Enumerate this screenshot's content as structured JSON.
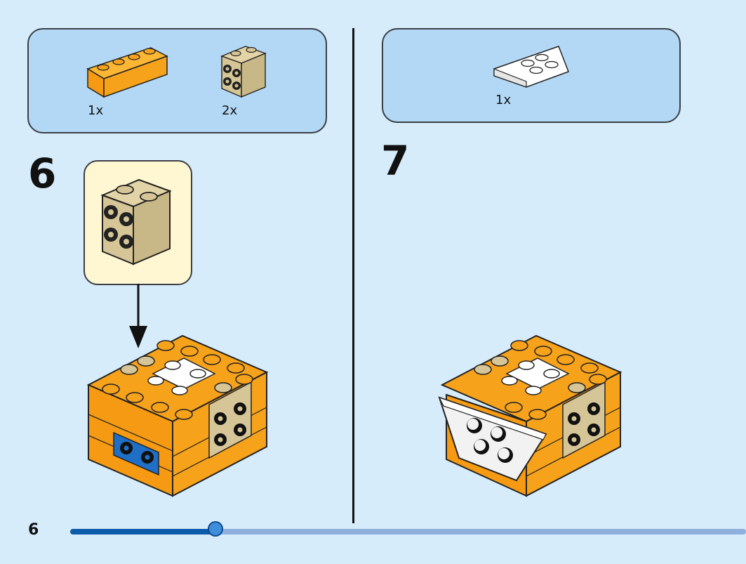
{
  "page": {
    "number": "6"
  },
  "progress": {
    "fraction": 0.215
  },
  "colors": {
    "background": "#d7ecfb",
    "parts_box": "#b3d8f5",
    "callout": "#fff6d2",
    "orange": "#f7a21b",
    "tan": "#d6c596",
    "white": "#ffffff",
    "blue": "#1f6fc7",
    "progress_fill": "#0d5bab",
    "progress_track": "#8fb0dc"
  },
  "step6": {
    "number": "6",
    "parts": [
      {
        "icon": "orange-brick-1x4-icon",
        "qty": "1x"
      },
      {
        "icon": "tan-brick-1x2x2-studs-icon",
        "qty": "2x"
      }
    ]
  },
  "step7": {
    "number": "7",
    "parts": [
      {
        "icon": "white-wedge-plate-icon",
        "qty": "1x"
      }
    ]
  }
}
